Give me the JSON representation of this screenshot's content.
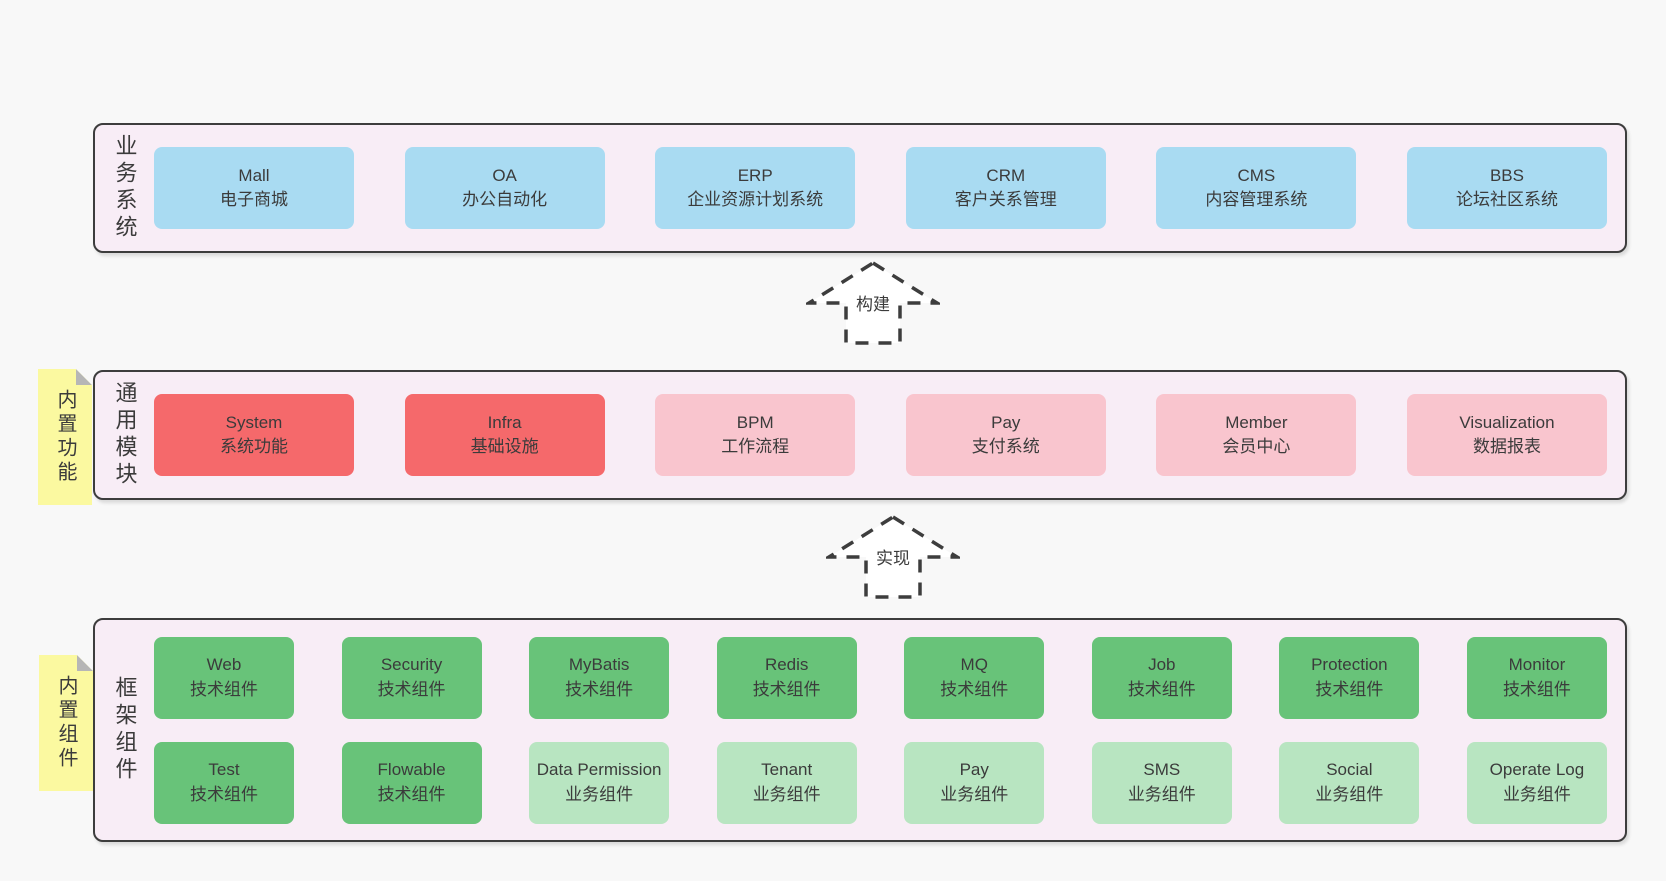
{
  "colors": {
    "container_fill": "#f8edf6",
    "container_border": "#3d3d3d",
    "blue": "#a9dbf2",
    "red": "#f5696b",
    "pink": "#f9c5ce",
    "green": "#68c379",
    "light_green": "#b8e5c1",
    "note_yellow": "#fbf9a0",
    "text": "#3b3b3b",
    "background": "#f8f8f8"
  },
  "arrows": [
    {
      "label": "构建"
    },
    {
      "label": "实现"
    }
  ],
  "layers": {
    "business": {
      "label": "业务系统",
      "boxes": [
        {
          "title": "Mall",
          "subtitle": "电子商城"
        },
        {
          "title": "OA",
          "subtitle": "办公自动化"
        },
        {
          "title": "ERP",
          "subtitle": "企业资源计划系统"
        },
        {
          "title": "CRM",
          "subtitle": "客户关系管理"
        },
        {
          "title": "CMS",
          "subtitle": "内容管理系统"
        },
        {
          "title": "BBS",
          "subtitle": "论坛社区系统"
        }
      ]
    },
    "modules": {
      "label": "通用模块",
      "note": "内置功能",
      "boxes": [
        {
          "title": "System",
          "subtitle": "系统功能"
        },
        {
          "title": "Infra",
          "subtitle": "基础设施"
        },
        {
          "title": "BPM",
          "subtitle": "工作流程"
        },
        {
          "title": "Pay",
          "subtitle": "支付系统"
        },
        {
          "title": "Member",
          "subtitle": "会员中心"
        },
        {
          "title": "Visualization",
          "subtitle": "数据报表"
        }
      ]
    },
    "components": {
      "label": "框架组件",
      "note": "内置组件",
      "row1": [
        {
          "title": "Web",
          "subtitle": "技术组件"
        },
        {
          "title": "Security",
          "subtitle": "技术组件"
        },
        {
          "title": "MyBatis",
          "subtitle": "技术组件"
        },
        {
          "title": "Redis",
          "subtitle": "技术组件"
        },
        {
          "title": "MQ",
          "subtitle": "技术组件"
        },
        {
          "title": "Job",
          "subtitle": "技术组件"
        },
        {
          "title": "Protection",
          "subtitle": "技术组件"
        },
        {
          "title": "Monitor",
          "subtitle": "技术组件"
        }
      ],
      "row2": [
        {
          "title": "Test",
          "subtitle": "技术组件"
        },
        {
          "title": "Flowable",
          "subtitle": "技术组件"
        },
        {
          "title": "Data Permission",
          "subtitle": "业务组件"
        },
        {
          "title": "Tenant",
          "subtitle": "业务组件"
        },
        {
          "title": "Pay",
          "subtitle": "业务组件"
        },
        {
          "title": "SMS",
          "subtitle": "业务组件"
        },
        {
          "title": "Social",
          "subtitle": "业务组件"
        },
        {
          "title": "Operate Log",
          "subtitle": "业务组件"
        }
      ]
    }
  }
}
